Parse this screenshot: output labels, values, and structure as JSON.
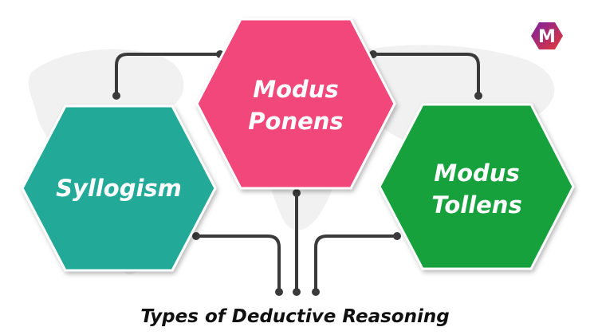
{
  "colors": {
    "syllogism": "#20A997",
    "modus_ponens": "#F2467A",
    "modus_tollens": "#15A13C",
    "connector": "#3a3a3a",
    "world_map": "#f1f1f1",
    "logo_left": "#7a1fa2",
    "logo_right": "#e53935"
  },
  "logo": {
    "letter": "M"
  },
  "nodes": [
    {
      "id": "syllogism",
      "lines": [
        "Syllogism"
      ]
    },
    {
      "id": "modus_ponens",
      "lines": [
        "Modus",
        "Ponens"
      ]
    },
    {
      "id": "modus_tollens",
      "lines": [
        "Modus",
        "Tollens"
      ]
    }
  ],
  "caption": "Types of Deductive Reasoning"
}
